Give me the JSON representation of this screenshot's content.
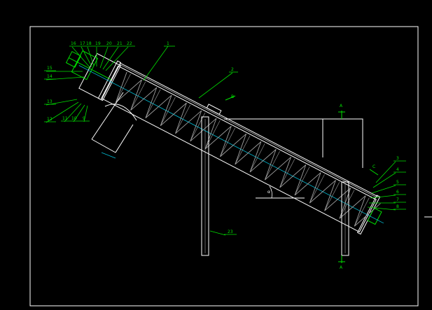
{
  "colors": {
    "background": "#000000",
    "frame": "#ffffff",
    "leader": "#00e000",
    "centerline": "#00bcd4",
    "structure": "#ffffff",
    "blade": "#a0a0a0"
  },
  "balloons": {
    "top_left": [
      "16",
      "17",
      "18",
      "19",
      "20",
      "21",
      "22"
    ],
    "left_upper": [
      "15",
      "14"
    ],
    "left_lower": [
      "13",
      "12"
    ],
    "bottom_left": [
      "11",
      "10",
      "9"
    ],
    "right": [
      "3",
      "4",
      "5",
      "6",
      "7",
      "8"
    ],
    "shaft_part": "1",
    "trough_part": "2",
    "support_leg": "23"
  },
  "section_marks": {
    "top": "A",
    "bottom": "A",
    "end_view": "C",
    "left_view": "B"
  },
  "angle_mark": "α"
}
